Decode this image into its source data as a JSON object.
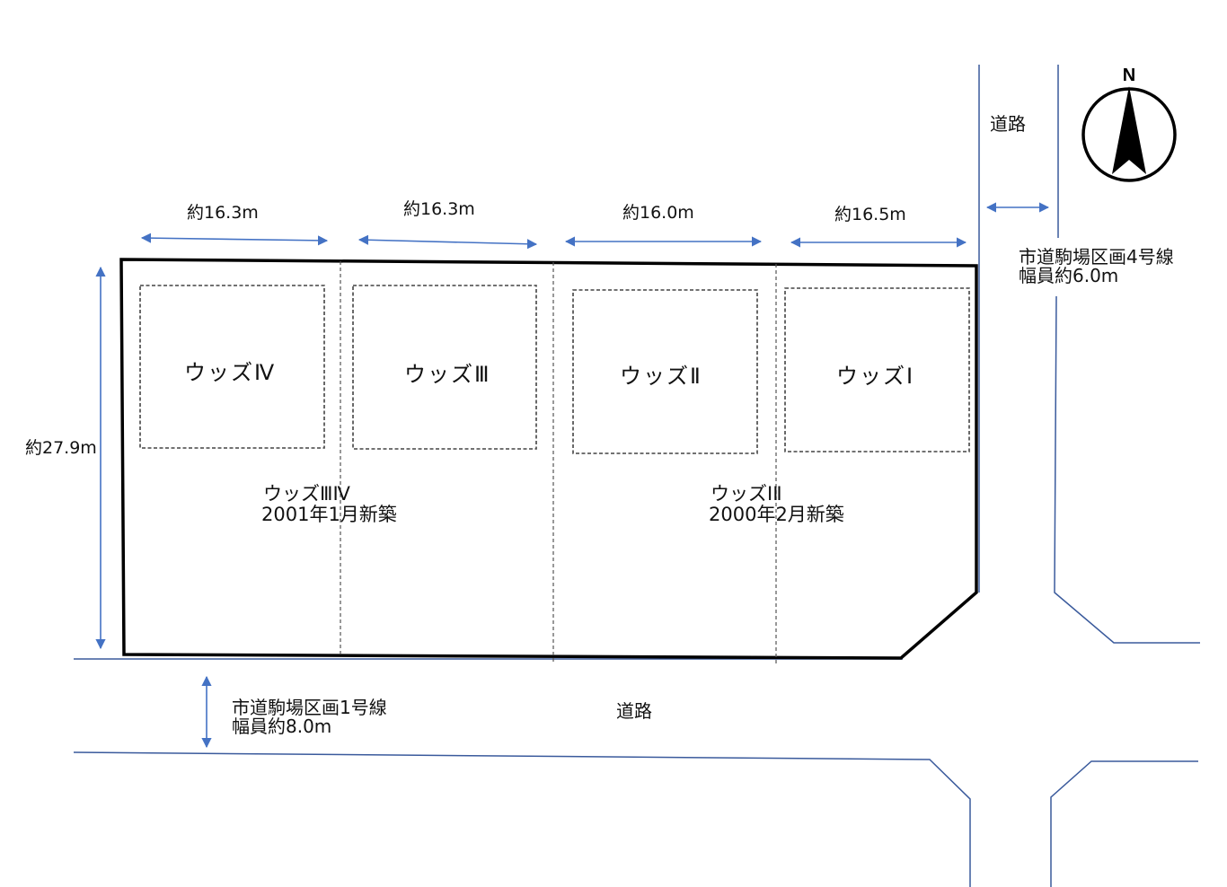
{
  "dimensions": {
    "width_1": "約16.3m",
    "width_2": "約16.3m",
    "width_3": "約16.0m",
    "width_4": "約16.5m",
    "depth": "約27.9m"
  },
  "buildings": {
    "b4": "ウッズⅣ",
    "b3": "ウッズⅢ",
    "b2": "ウッズⅡ",
    "b1": "ウッズⅠ"
  },
  "blocks": {
    "west": {
      "name": "ウッズⅢⅣ",
      "built": "2001年1月新築"
    },
    "east": {
      "name": "ウッズⅠⅡ",
      "built": "2000年2月新築"
    }
  },
  "roads": {
    "east_label": "道路",
    "east_name": "市道駒場区画4号線",
    "east_width": "幅員約6.0m",
    "south_label": "道路",
    "south_name": "市道駒場区画1号線",
    "south_width": "幅員約8.0m"
  },
  "compass": {
    "north": "N"
  },
  "colors": {
    "arrow": "#4472c4",
    "road_line": "#3a5a9c",
    "outline": "#000000",
    "dashed": "#555555"
  }
}
